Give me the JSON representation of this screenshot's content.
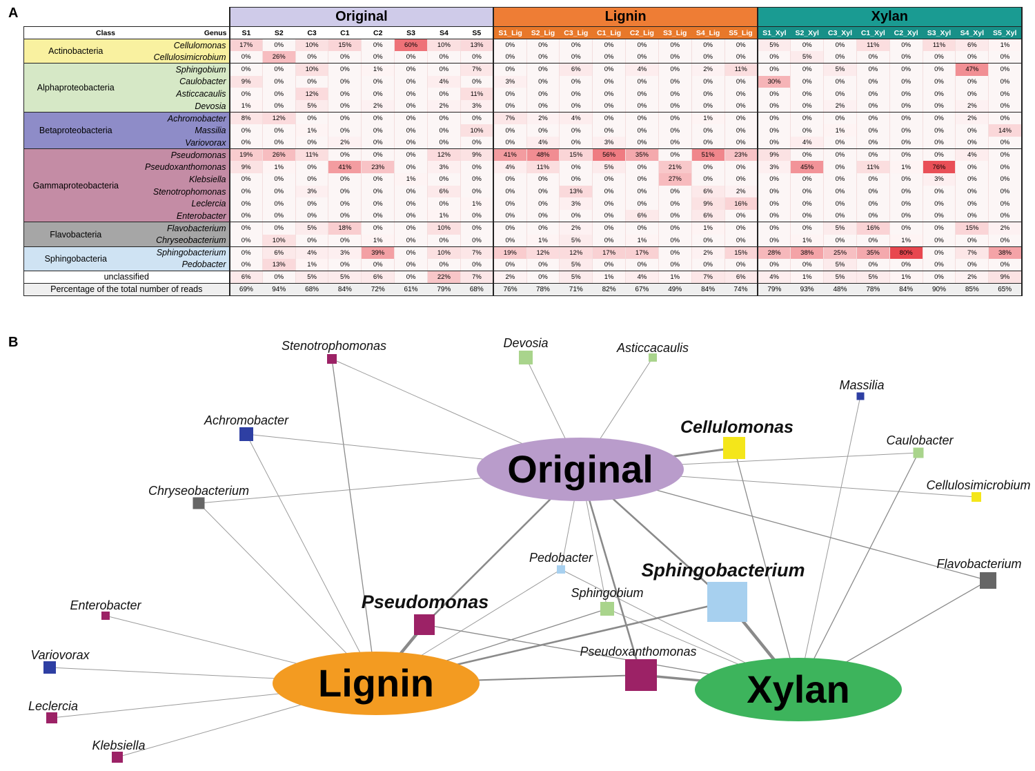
{
  "panels": {
    "a": "A",
    "b": "B"
  },
  "table": {
    "header_class": "Class",
    "header_genus": "Genus",
    "groups": [
      {
        "key": "orig",
        "label": "Original",
        "color": "#cfcbe9",
        "samples": [
          "S1",
          "S2",
          "C3",
          "C1",
          "C2",
          "S3",
          "S4",
          "S5"
        ]
      },
      {
        "key": "lig",
        "label": "Lignin",
        "color": "#ee7d35",
        "samples": [
          "S1_Lig",
          "S2_Lig",
          "C3_Lig",
          "C1_Lig",
          "C2_Lig",
          "S3_Lig",
          "S4_Lig",
          "S5_Lig"
        ]
      },
      {
        "key": "xyl",
        "label": "Xylan",
        "color": "#1a9b92",
        "samples": [
          "S1_Xyl",
          "S2_Xyl",
          "C3_Xyl",
          "C1_Xyl",
          "C2_Xyl",
          "S3_Xyl",
          "S4_Xyl",
          "S5_Xyl"
        ]
      }
    ],
    "classes": [
      {
        "name": "Actinobacteria",
        "color": "#f9f1a0",
        "genera": [
          {
            "name": "Cellulomonas",
            "values": [
              "17%",
              "0%",
              "10%",
              "15%",
              "0%",
              "60%",
              "10%",
              "13%",
              "0%",
              "0%",
              "0%",
              "0%",
              "0%",
              "0%",
              "0%",
              "0%",
              "5%",
              "0%",
              "0%",
              "11%",
              "0%",
              "11%",
              "6%",
              "1%"
            ]
          },
          {
            "name": "Cellulosimicrobium",
            "values": [
              "0%",
              "26%",
              "0%",
              "0%",
              "0%",
              "0%",
              "0%",
              "0%",
              "0%",
              "0%",
              "0%",
              "0%",
              "0%",
              "0%",
              "0%",
              "0%",
              "0%",
              "5%",
              "0%",
              "0%",
              "0%",
              "0%",
              "0%",
              "0%"
            ]
          }
        ]
      },
      {
        "name": "Alphaproteobacteria",
        "color": "#d6e8c6",
        "genera": [
          {
            "name": "Sphingobium",
            "values": [
              "0%",
              "0%",
              "10%",
              "0%",
              "1%",
              "0%",
              "0%",
              "7%",
              "0%",
              "0%",
              "6%",
              "0%",
              "4%",
              "0%",
              "2%",
              "11%",
              "0%",
              "0%",
              "5%",
              "0%",
              "0%",
              "0%",
              "47%",
              "0%"
            ]
          },
          {
            "name": "Caulobacter",
            "values": [
              "9%",
              "0%",
              "0%",
              "0%",
              "0%",
              "0%",
              "4%",
              "0%",
              "3%",
              "0%",
              "0%",
              "0%",
              "0%",
              "0%",
              "0%",
              "0%",
              "30%",
              "0%",
              "0%",
              "0%",
              "0%",
              "0%",
              "0%",
              "0%"
            ]
          },
          {
            "name": "Asticcacaulis",
            "values": [
              "0%",
              "0%",
              "12%",
              "0%",
              "0%",
              "0%",
              "0%",
              "11%",
              "0%",
              "0%",
              "0%",
              "0%",
              "0%",
              "0%",
              "0%",
              "0%",
              "0%",
              "0%",
              "0%",
              "0%",
              "0%",
              "0%",
              "0%",
              "0%"
            ]
          },
          {
            "name": "Devosia",
            "values": [
              "1%",
              "0%",
              "5%",
              "0%",
              "2%",
              "0%",
              "2%",
              "3%",
              "0%",
              "0%",
              "0%",
              "0%",
              "0%",
              "0%",
              "0%",
              "0%",
              "0%",
              "0%",
              "2%",
              "0%",
              "0%",
              "0%",
              "2%",
              "0%"
            ]
          }
        ]
      },
      {
        "name": "Betaproteobacteria",
        "color": "#8e8cc8",
        "genera": [
          {
            "name": "Achromobacter",
            "values": [
              "8%",
              "12%",
              "0%",
              "0%",
              "0%",
              "0%",
              "0%",
              "0%",
              "7%",
              "2%",
              "4%",
              "0%",
              "0%",
              "0%",
              "1%",
              "0%",
              "0%",
              "0%",
              "0%",
              "0%",
              "0%",
              "0%",
              "2%",
              "0%"
            ]
          },
          {
            "name": "Massilia",
            "values": [
              "0%",
              "0%",
              "1%",
              "0%",
              "0%",
              "0%",
              "0%",
              "10%",
              "0%",
              "0%",
              "0%",
              "0%",
              "0%",
              "0%",
              "0%",
              "0%",
              "0%",
              "0%",
              "1%",
              "0%",
              "0%",
              "0%",
              "0%",
              "14%"
            ]
          },
          {
            "name": "Variovorax",
            "values": [
              "0%",
              "0%",
              "0%",
              "2%",
              "0%",
              "0%",
              "0%",
              "0%",
              "0%",
              "4%",
              "0%",
              "3%",
              "0%",
              "0%",
              "0%",
              "0%",
              "0%",
              "4%",
              "0%",
              "0%",
              "0%",
              "0%",
              "0%",
              "0%"
            ]
          }
        ]
      },
      {
        "name": "Gammaproteobacteria",
        "color": "#c48ca5",
        "genera": [
          {
            "name": "Pseudomonas",
            "values": [
              "19%",
              "26%",
              "11%",
              "0%",
              "0%",
              "0%",
              "12%",
              "9%",
              "41%",
              "48%",
              "15%",
              "56%",
              "35%",
              "0%",
              "51%",
              "23%",
              "9%",
              "0%",
              "0%",
              "0%",
              "0%",
              "0%",
              "4%",
              "0%"
            ]
          },
          {
            "name": "Pseudoxanthomonas",
            "values": [
              "9%",
              "1%",
              "0%",
              "41%",
              "23%",
              "0%",
              "3%",
              "0%",
              "4%",
              "11%",
              "0%",
              "5%",
              "0%",
              "21%",
              "0%",
              "0%",
              "3%",
              "45%",
              "0%",
              "11%",
              "1%",
              "76%",
              "0%",
              "0%"
            ]
          },
          {
            "name": "Klebsiella",
            "values": [
              "0%",
              "0%",
              "0%",
              "0%",
              "0%",
              "1%",
              "0%",
              "0%",
              "0%",
              "0%",
              "0%",
              "0%",
              "0%",
              "27%",
              "0%",
              "0%",
              "0%",
              "0%",
              "0%",
              "0%",
              "0%",
              "3%",
              "0%",
              "0%"
            ]
          },
          {
            "name": "Stenotrophomonas",
            "values": [
              "0%",
              "0%",
              "3%",
              "0%",
              "0%",
              "0%",
              "6%",
              "0%",
              "0%",
              "0%",
              "13%",
              "0%",
              "0%",
              "0%",
              "6%",
              "2%",
              "0%",
              "0%",
              "0%",
              "0%",
              "0%",
              "0%",
              "0%",
              "0%"
            ]
          },
          {
            "name": "Leclercia",
            "values": [
              "0%",
              "0%",
              "0%",
              "0%",
              "0%",
              "0%",
              "0%",
              "1%",
              "0%",
              "0%",
              "3%",
              "0%",
              "0%",
              "0%",
              "9%",
              "16%",
              "0%",
              "0%",
              "0%",
              "0%",
              "0%",
              "0%",
              "0%",
              "0%"
            ]
          },
          {
            "name": "Enterobacter",
            "values": [
              "0%",
              "0%",
              "0%",
              "0%",
              "0%",
              "0%",
              "1%",
              "0%",
              "0%",
              "0%",
              "0%",
              "0%",
              "6%",
              "0%",
              "6%",
              "0%",
              "0%",
              "0%",
              "0%",
              "0%",
              "0%",
              "0%",
              "0%",
              "0%"
            ]
          }
        ]
      },
      {
        "name": "Flavobacteria",
        "color": "#a6a6a6",
        "genera": [
          {
            "name": "Flavobacterium",
            "values": [
              "0%",
              "0%",
              "5%",
              "18%",
              "0%",
              "0%",
              "10%",
              "0%",
              "0%",
              "0%",
              "2%",
              "0%",
              "0%",
              "0%",
              "1%",
              "0%",
              "0%",
              "0%",
              "5%",
              "16%",
              "0%",
              "0%",
              "15%",
              "2%"
            ]
          },
          {
            "name": "Chryseobacterium",
            "values": [
              "0%",
              "10%",
              "0%",
              "0%",
              "1%",
              "0%",
              "0%",
              "0%",
              "0%",
              "1%",
              "5%",
              "0%",
              "1%",
              "0%",
              "0%",
              "0%",
              "0%",
              "1%",
              "0%",
              "0%",
              "1%",
              "0%",
              "0%",
              "0%"
            ]
          }
        ]
      },
      {
        "name": "Sphingobacteria",
        "color": "#cfe3f3",
        "genera": [
          {
            "name": "Sphingobacterium",
            "values": [
              "0%",
              "6%",
              "4%",
              "3%",
              "39%",
              "0%",
              "10%",
              "7%",
              "19%",
              "12%",
              "12%",
              "17%",
              "17%",
              "0%",
              "2%",
              "15%",
              "28%",
              "38%",
              "25%",
              "35%",
              "80%",
              "0%",
              "7%",
              "38%"
            ]
          },
          {
            "name": "Pedobacter",
            "values": [
              "0%",
              "13%",
              "1%",
              "0%",
              "0%",
              "0%",
              "0%",
              "0%",
              "0%",
              "0%",
              "5%",
              "0%",
              "0%",
              "0%",
              "0%",
              "0%",
              "0%",
              "0%",
              "5%",
              "0%",
              "0%",
              "0%",
              "0%",
              "0%"
            ]
          }
        ]
      }
    ],
    "unclassified": {
      "label": "unclassified",
      "values": [
        "6%",
        "0%",
        "5%",
        "5%",
        "6%",
        "0%",
        "22%",
        "7%",
        "2%",
        "0%",
        "5%",
        "1%",
        "4%",
        "1%",
        "7%",
        "6%",
        "4%",
        "1%",
        "5%",
        "5%",
        "1%",
        "0%",
        "2%",
        "9%"
      ]
    },
    "total": {
      "label": "Percentage of the total number of reads",
      "values": [
        "69%",
        "94%",
        "68%",
        "84%",
        "72%",
        "61%",
        "79%",
        "68%",
        "76%",
        "78%",
        "71%",
        "82%",
        "67%",
        "49%",
        "84%",
        "74%",
        "79%",
        "93%",
        "48%",
        "78%",
        "84%",
        "90%",
        "85%",
        "65%"
      ]
    },
    "heat_color": "#e8454d"
  },
  "network": {
    "hubs": [
      {
        "id": "Original",
        "label": "Original",
        "color": "#b99ccb"
      },
      {
        "id": "Lignin",
        "label": "Lignin",
        "color": "#f39b21"
      },
      {
        "id": "Xylan",
        "label": "Xylan",
        "color": "#3db45c"
      }
    ],
    "nodes": [
      {
        "id": "Stenotrophomonas",
        "label": "Stenotrophomonas",
        "color": "#9c2266",
        "bold": false
      },
      {
        "id": "Devosia",
        "label": "Devosia",
        "color": "#a9d48c",
        "bold": false
      },
      {
        "id": "Asticcacaulis",
        "label": "Asticcacaulis",
        "color": "#a9d48c",
        "bold": false
      },
      {
        "id": "Massilia",
        "label": "Massilia",
        "color": "#2e3fa3",
        "bold": false
      },
      {
        "id": "Achromobacter",
        "label": "Achromobacter",
        "color": "#2e3fa3",
        "bold": false
      },
      {
        "id": "Cellulomonas",
        "label": "Cellulomonas",
        "color": "#f4e61a",
        "bold": true
      },
      {
        "id": "Caulobacter",
        "label": "Caulobacter",
        "color": "#a9d48c",
        "bold": false
      },
      {
        "id": "Chryseobacterium",
        "label": "Chryseobacterium",
        "color": "#666666",
        "bold": false
      },
      {
        "id": "Cellulosimicrobium",
        "label": "Cellulosimicrobium",
        "color": "#f4e61a",
        "bold": false
      },
      {
        "id": "Pedobacter",
        "label": "Pedobacter",
        "color": "#a7d0ef",
        "bold": false
      },
      {
        "id": "Sphingobacterium",
        "label": "Sphingobacterium",
        "color": "#a7d0ef",
        "bold": true
      },
      {
        "id": "Flavobacterium",
        "label": "Flavobacterium",
        "color": "#666666",
        "bold": false
      },
      {
        "id": "Sphingobium",
        "label": "Sphingobium",
        "color": "#a9d48c",
        "bold": false
      },
      {
        "id": "Enterobacter",
        "label": "Enterobacter",
        "color": "#9c2266",
        "bold": false
      },
      {
        "id": "Pseudomonas",
        "label": "Pseudomonas",
        "color": "#9c2266",
        "bold": true
      },
      {
        "id": "Variovorax",
        "label": "Variovorax",
        "color": "#2e3fa3",
        "bold": false
      },
      {
        "id": "Pseudoxanthomonas",
        "label": "Pseudoxanthomonas",
        "color": "#9c2266",
        "bold": false
      },
      {
        "id": "Leclercia",
        "label": "Leclercia",
        "color": "#9c2266",
        "bold": false
      },
      {
        "id": "Klebsiella",
        "label": "Klebsiella",
        "color": "#9c2266",
        "bold": false
      }
    ],
    "edges": [
      [
        "Original",
        "Stenotrophomonas",
        1
      ],
      [
        "Lignin",
        "Stenotrophomonas",
        1.3
      ],
      [
        "Original",
        "Devosia",
        1
      ],
      [
        "Original",
        "Asticcacaulis",
        1
      ],
      [
        "Original",
        "Achromobacter",
        1
      ],
      [
        "Lignin",
        "Achromobacter",
        1
      ],
      [
        "Original",
        "Cellulomonas",
        3
      ],
      [
        "Xylan",
        "Cellulomonas",
        1.3
      ],
      [
        "Original",
        "Caulobacter",
        1
      ],
      [
        "Xylan",
        "Massilia",
        1
      ],
      [
        "Original",
        "Cellulosimicrobium",
        1
      ],
      [
        "Original",
        "Chryseobacterium",
        1
      ],
      [
        "Lignin",
        "Chryseobacterium",
        1
      ],
      [
        "Original",
        "Pedobacter",
        1
      ],
      [
        "Lignin",
        "Pedobacter",
        1
      ],
      [
        "Xylan",
        "Pedobacter",
        1
      ],
      [
        "Original",
        "Sphingobacterium",
        2.6
      ],
      [
        "Lignin",
        "Sphingobacterium",
        2.6
      ],
      [
        "Xylan",
        "Sphingobacterium",
        4.5
      ],
      [
        "Original",
        "Flavobacterium",
        1.3
      ],
      [
        "Xylan",
        "Flavobacterium",
        1.3
      ],
      [
        "Xylan",
        "Caulobacter",
        1.3
      ],
      [
        "Original",
        "Sphingobium",
        1
      ],
      [
        "Lignin",
        "Sphingobium",
        1.3
      ],
      [
        "Xylan",
        "Sphingobium",
        1
      ],
      [
        "Lignin",
        "Enterobacter",
        1
      ],
      [
        "Lignin",
        "Variovorax",
        1
      ],
      [
        "Lignin",
        "Leclercia",
        1
      ],
      [
        "Lignin",
        "Klebsiella",
        1
      ],
      [
        "Original",
        "Pseudomonas",
        2.6
      ],
      [
        "Lignin",
        "Pseudomonas",
        4.5
      ],
      [
        "Xylan",
        "Pseudomonas",
        1.3
      ],
      [
        "Original",
        "Pseudoxanthomonas",
        2.6
      ],
      [
        "Lignin",
        "Pseudoxanthomonas",
        2
      ],
      [
        "Xylan",
        "Pseudoxanthomonas",
        3.5
      ]
    ]
  }
}
